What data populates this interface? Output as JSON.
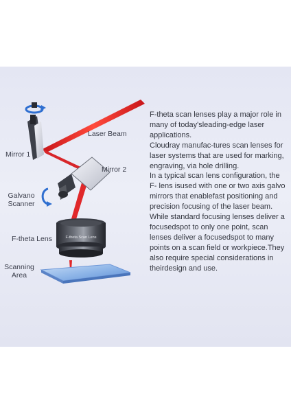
{
  "labels": {
    "laser_beam": "Laser Beam",
    "mirror1": "Mirror 1",
    "mirror2": "Mirror 2",
    "galvano_line1": "Galvano",
    "galvano_line2": "Scanner",
    "ftheta_lens": "F-theta Lens",
    "scanning_line1": "Scanning",
    "scanning_line2": "Area",
    "lens_engraving": "F-theta Scan Lens"
  },
  "description": [
    "F-theta scan lenses play a major role in many of today'sleading-edge laser applications.",
    "Cloudray manufac-tures scan lenses for laser systems that are used for marking, engraving, via hole drilling.",
    "In a typical scan lens configuration, the F- lens isused with one or two axis galvo mirrors that enablefast positioning and precision focusing of the laser beam.",
    "While standard focusing lenses deliver a focusedspot to only one point, scan lenses deliver a focusedspot to many points on a scan field or workpiece.They also require special considerations in theirdesign and use."
  ],
  "colors": {
    "laser": "#e0282a",
    "background_panel": "#e6e8f4",
    "scan_area": "#8fb6e8",
    "arrow_blue": "#2f6fd0"
  }
}
